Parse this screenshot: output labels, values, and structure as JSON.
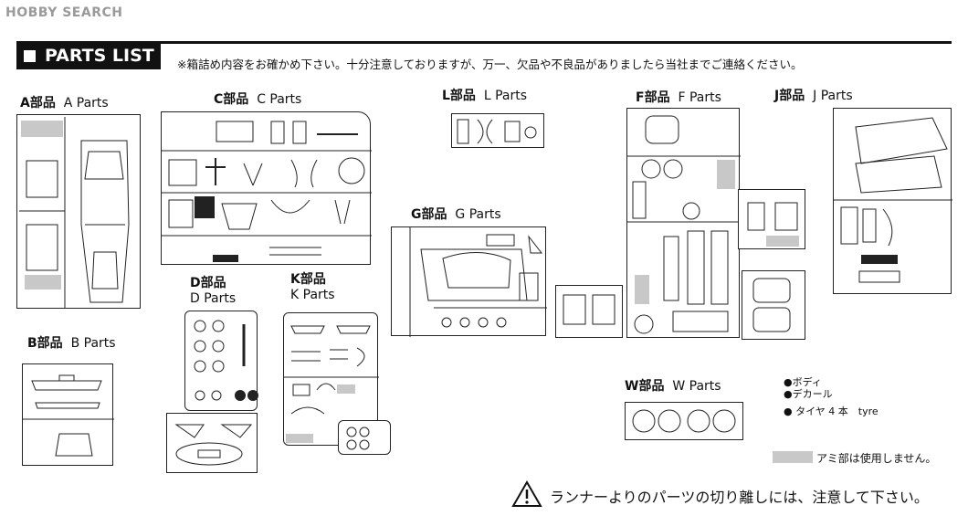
{
  "brand": "HOBBY SEARCH",
  "header": {
    "title": "PARTS LIST",
    "note": "※箱詰め内容をお確かめ下さい。十分注意しておりますが、万一、欠品や不良品がありましたら当社までご連絡ください。"
  },
  "sections": {
    "A": {
      "jp": "A部品",
      "en": "A  Parts"
    },
    "B": {
      "jp": "B部品",
      "en": "B  Parts"
    },
    "C": {
      "jp": "C部品",
      "en": "C  Parts"
    },
    "D": {
      "jp": "D部品",
      "en": "D  Parts"
    },
    "K": {
      "jp": "K部品",
      "en": "K Parts"
    },
    "L": {
      "jp": "L部品",
      "en": "L  Parts"
    },
    "G": {
      "jp": "G部品",
      "en": "G  Parts"
    },
    "F": {
      "jp": "F部品",
      "en": "F  Parts"
    },
    "J": {
      "jp": "J部品",
      "en": "J  Parts"
    },
    "W": {
      "jp": "W部品",
      "en": "W  Parts"
    }
  },
  "legend": {
    "body": "●ボディ",
    "decal": "●デカール",
    "tyre": "● タイヤ 4 本　tyre"
  },
  "mesh_note": "アミ部は使用しません。",
  "warning": "ランナーよりのパーツの切り離しには、注意して下さい。"
}
